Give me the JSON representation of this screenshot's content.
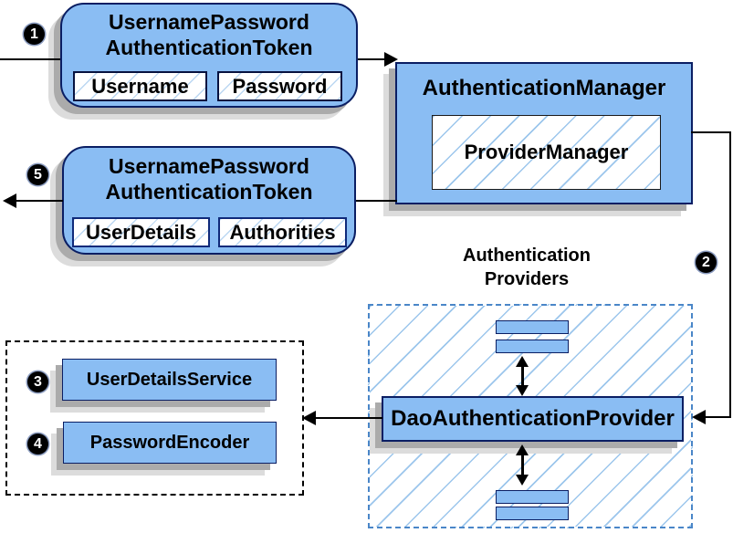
{
  "colors": {
    "node_fill": "#8ABDF3",
    "node_border": "#0A1E63",
    "shadow_dark": "#ABABAB",
    "shadow_light": "#DCDCDC",
    "providers_border": "#4A86C8",
    "dotted_border": "#000000",
    "arrow": "#000000",
    "badge_bg": "#000000",
    "badge_text": "#FFFFFF",
    "hatch_line": "#9CC6EC"
  },
  "badges": {
    "step1": "1",
    "step2": "2",
    "step3": "3",
    "step4": "4",
    "step5": "5"
  },
  "nodes": {
    "token_request": {
      "title_lines": [
        "UsernamePassword",
        "AuthenticationToken"
      ],
      "fields": [
        "Username",
        "Password"
      ]
    },
    "authentication_manager": {
      "title": "AuthenticationManager",
      "inner": "ProviderManager"
    },
    "token_response": {
      "title_lines": [
        "UsernamePassword",
        "AuthenticationToken"
      ],
      "fields": [
        "UserDetails",
        "Authorities"
      ]
    },
    "authentication_providers": {
      "title_lines": [
        "Authentication",
        "Providers"
      ]
    },
    "dao_authentication_provider": {
      "title": "DaoAuthenticationProvider"
    },
    "user_details_service": {
      "title": "UserDetailsService"
    },
    "password_encoder": {
      "title": "PasswordEncoder"
    }
  }
}
